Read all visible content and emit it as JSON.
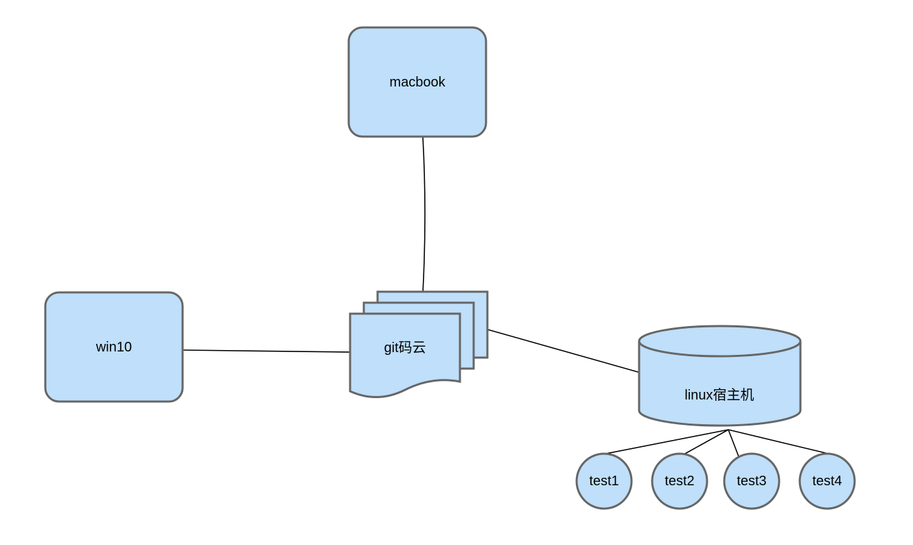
{
  "nodes": {
    "macbook": {
      "label": "macbook"
    },
    "win10": {
      "label": "win10"
    },
    "git": {
      "label": "git码云"
    },
    "linux": {
      "label": "linux宿主机"
    },
    "test1": {
      "label": "test1"
    },
    "test2": {
      "label": "test2"
    },
    "test3": {
      "label": "test3"
    },
    "test4": {
      "label": "test4"
    }
  },
  "colors": {
    "background": "#ffffff",
    "node_fill": "#bfdffa",
    "node_stroke": "#666666",
    "edge": "#000000",
    "text": "#000000"
  }
}
